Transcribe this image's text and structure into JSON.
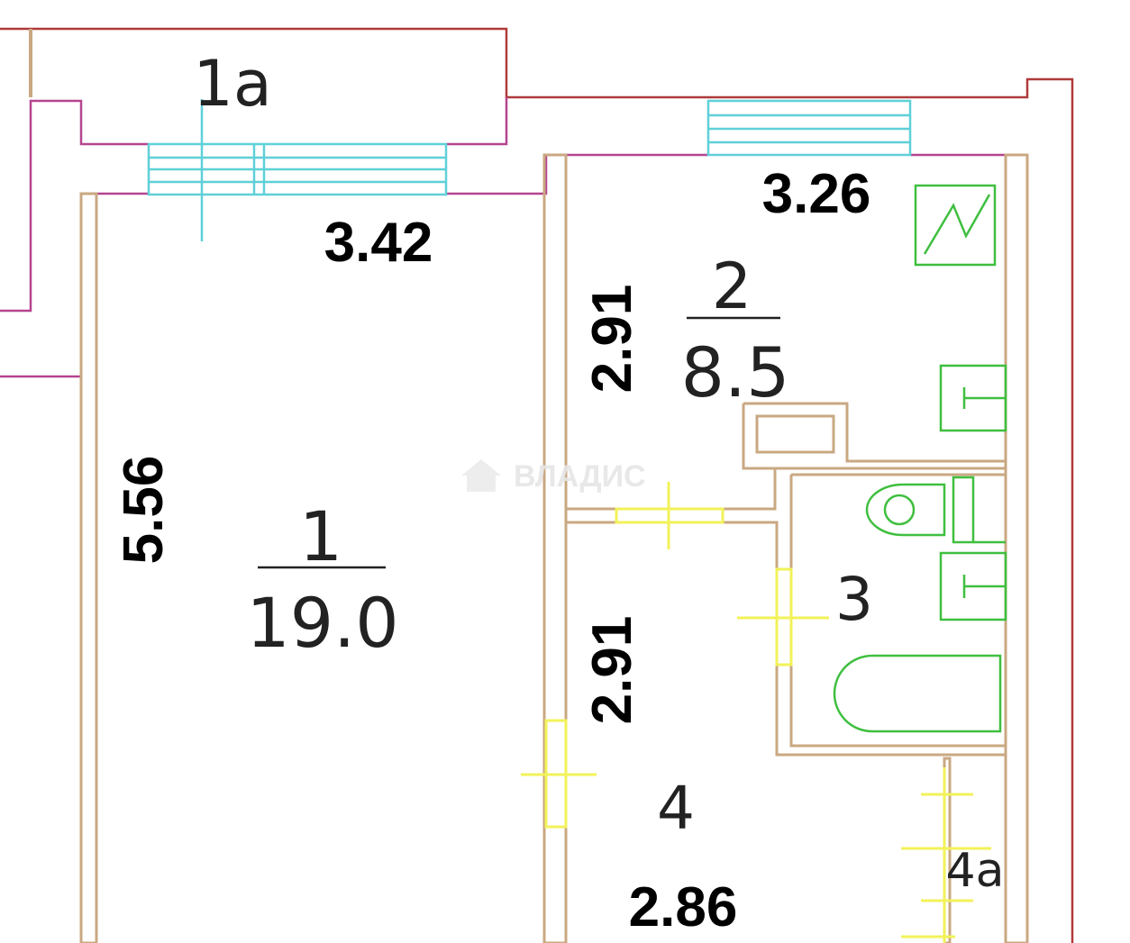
{
  "rooms": {
    "room_1a": {
      "number": "1a"
    },
    "room_1": {
      "number": "1",
      "area": "19.0"
    },
    "room_2": {
      "number": "2",
      "area": "8.5"
    },
    "room_3": {
      "number": "3"
    },
    "room_4": {
      "number": "4"
    },
    "room_4a": {
      "number": "4a"
    }
  },
  "dimensions": {
    "room1_width": "3.42",
    "room1_length": "5.56",
    "room2_width": "3.26",
    "room2_length": "2.91",
    "room4_length": "2.91",
    "room4_width": "2.86"
  },
  "watermark": "ВЛАДИС",
  "colors": {
    "inner_walls": "#c9a882",
    "outer_walls": "#b5448f",
    "windows": "#5fd0d8",
    "doors": "#f2f25a",
    "fixtures": "#3fbf3f"
  }
}
